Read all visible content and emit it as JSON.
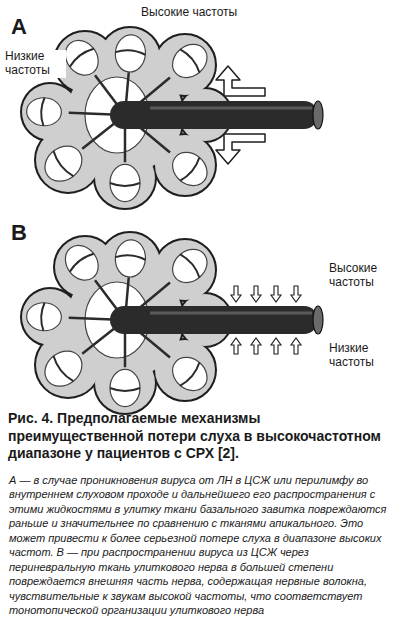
{
  "diagram": {
    "caption": "Рис. 4. Предполагаемые механизмы преимущественной потери слуха в высокочастотном диапазоне у пациентов с СРХ [2].",
    "labels": [
      "A",
      "Высокие частоты",
      "Низкие частоты",
      "B",
      "Высокие частоты",
      "Низкие частоты",
      "А — в случае проникновения вируса от ЛН в ЦСЖ или перилимфу во внутреннем слуховом проходе и дальнейшего его распространения с этими жидкостями в улитку ткани базального завитка повреждаются раньше и значительнее по сравнению с тканями апикального. Это может привести к более серьезной потере слуха в диапазоне высоких частот. В — при распространении вируса из ЦСЖ через периневральную ткань улиткового нерва в большей степени повреждается внешняя часть нерва, содержащая нервные волокна, чувствительные к звукам высокой частоты, что соответствует тонотопической организации улиткового нерва"
    ]
  }
}
